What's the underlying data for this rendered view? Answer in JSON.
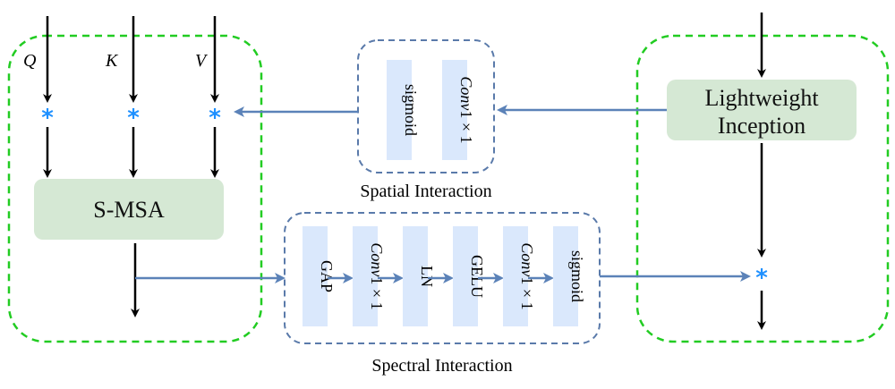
{
  "colors": {
    "green_dash": "#22cc22",
    "blue_dash": "#5a7aaa",
    "arrow_blue": "#5b82b8",
    "green_fill": "#d5e8d4",
    "blue_fill": "#dae8fc",
    "star": "#1e90ff"
  },
  "inputs": {
    "q": "Q",
    "k": "K",
    "v": "V"
  },
  "star_symbol": "*",
  "smsa_label": "S-MSA",
  "inception_label_line1": "Lightweight",
  "inception_label_line2": "Inception",
  "spatial": {
    "caption": "Spatial Interaction",
    "sigmoid": "sigmoid",
    "conv_italic": "Conv",
    "conv_rest": "1 × 1"
  },
  "spectral": {
    "caption": "Spectral Interaction",
    "gap": "GAP",
    "conv1_italic": "Conv",
    "conv1_rest": "1 × 1",
    "ln": "LN",
    "gelu": "GELU",
    "conv2_italic": "Conv",
    "conv2_rest": "1 × 1",
    "sigmoid": "sigmoid"
  }
}
